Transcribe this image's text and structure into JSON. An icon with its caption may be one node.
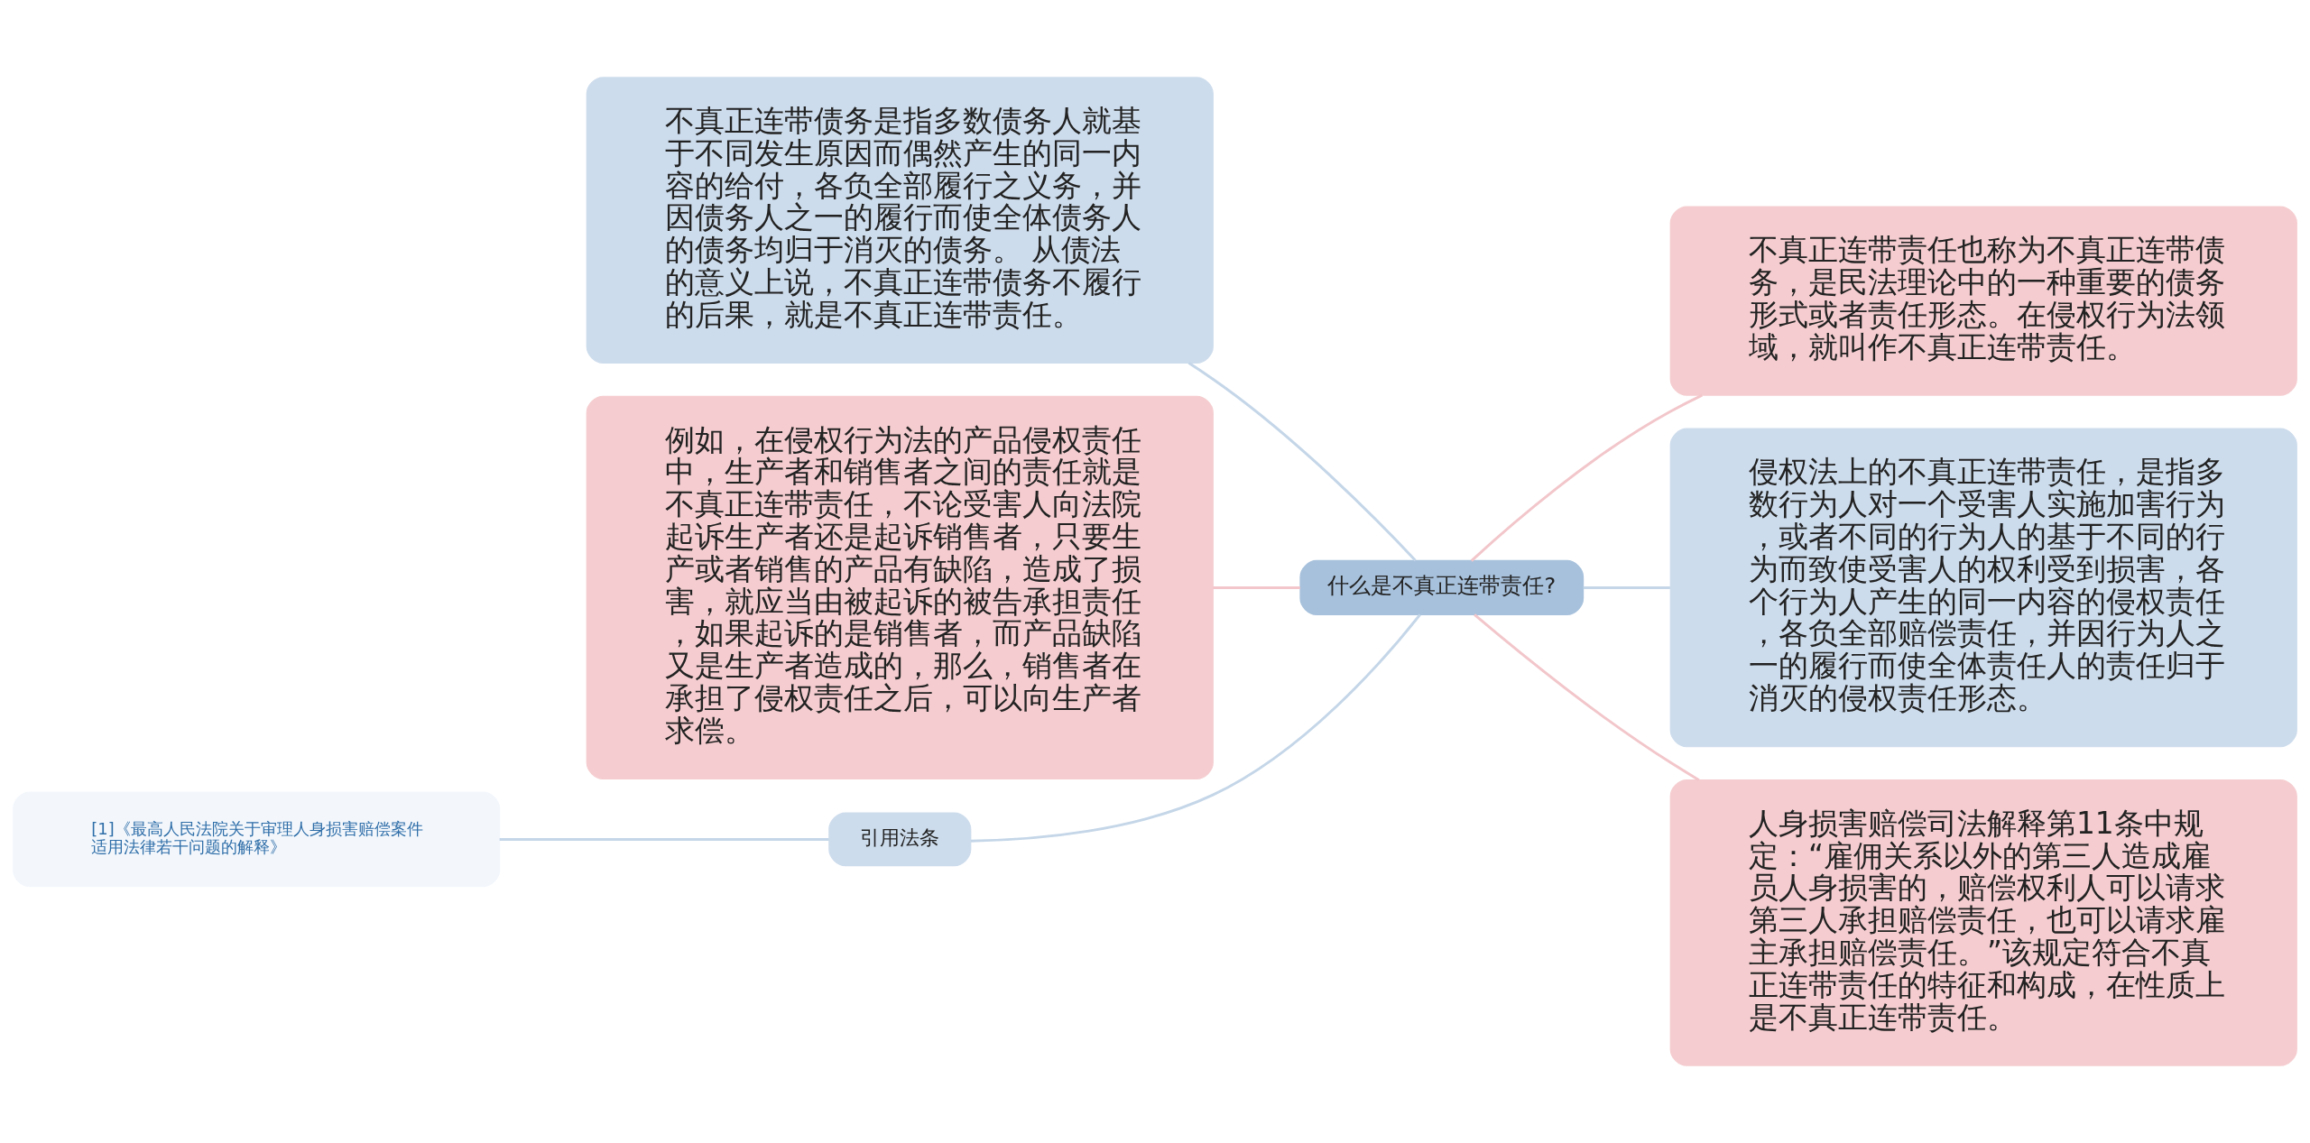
{
  "diagram": {
    "nodes": [
      {
        "text": [
          "什么是不真正连带责任?"
        ]
      },
      {
        "text": [
          "不真正连带债务是指多数债务人就基于不同发生原因而偶然产生的同一内容的给付，各负全部履行之义务，并因债务人之一的履行而使全体债务人的债务均归于消灭的债务。 从债法的意义上说，不真正连带债务不履行的后果，就是不真正连带责任。"
        ]
      },
      {
        "text": [
          "例如，在侵权行为法的产品侵权责任中，生产者和销售者之间的责任就是不真正连带责任，不论受害人向法院起诉生产者还是起诉销售者，只要生产或者销售的产品有缺陷，造成了损害，就应当由被起诉的被告承担责任，如果起诉的是销售者，而产品缺陷又是生产者造成的，那么，销售者在承担了侵权责任之后，可以向生产者求偿。"
        ]
      },
      {
        "text": [
          "引用法条"
        ]
      },
      {
        "text": [
          "[1]《最高人民法院关于审理人身损害赔偿案件适用法律若干问题的解释》"
        ]
      },
      {
        "text": [
          "不真正连带责任也称为不真正连带债务，是民法理论中的一种重要的债务形式或者责任形态。在侵权行为法领域，就叫作不真正连带责任。"
        ]
      },
      {
        "text": [
          "侵权法上的不真正连带责任，是指多数行为人对一个受害人实施加害行为，或者不同的行为人的基于不同的行为而致使受害人的权利受到损害，各个行为人产生的同一内容的侵权责任，各负全部赔偿责任，并因行为人之一的履行而使全体责任人的责任归于消灭的侵权责任形态。"
        ]
      },
      {
        "text": [
          "人身损害赔偿司法解释第11条中规定：“雇佣关系以外的第三人造成雇员人身损害的，赔偿权利人可以请求第三人承担赔偿责任，也可以请求雇主承担赔偿责任。”该规定符合不真正连带责任的特征和构成，在性质上是不真正连带责任。"
        ]
      }
    ],
    "edges": [
      {
        "from": 1,
        "to": 0,
        "arrow": "none"
      },
      {
        "from": 2,
        "to": 0,
        "arrow": "none",
        "color": "#f2c6ca"
      },
      {
        "from": 3,
        "to": 0,
        "arrow": "none"
      },
      {
        "from": 4,
        "to": 3,
        "arrow": "none"
      },
      {
        "from": 0,
        "to": 5,
        "arrow": "none",
        "color": "#f2c6ca"
      },
      {
        "from": 0,
        "to": 6,
        "arrow": "none"
      },
      {
        "from": 0,
        "to": 7,
        "arrow": "none",
        "color": "#f2c6ca"
      }
    ]
  }
}
